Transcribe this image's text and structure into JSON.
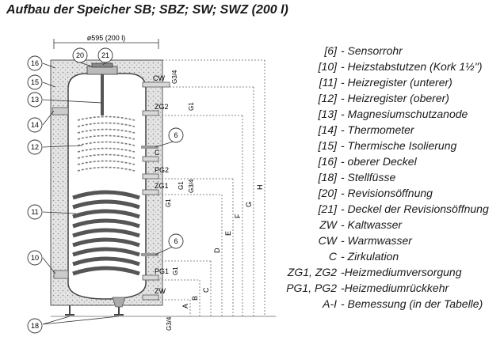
{
  "title": "Aufbau der Speicher SB; SBZ; SW; SWZ (200 l)",
  "diagram": {
    "diameter_label": "ø595 (200 l)",
    "part_numbers": [
      "16",
      "15",
      "13",
      "14",
      "12",
      "11",
      "10",
      "18",
      "20",
      "21",
      "6",
      "6"
    ],
    "connections": [
      "CW",
      "ZG2",
      "C",
      "PG2",
      "ZG1",
      "PG1",
      "ZW"
    ],
    "thread_sizes": [
      "G3/4",
      "G1",
      "G1",
      "G3/4",
      "G1",
      "G1",
      "G3/4"
    ],
    "dimension_letters": [
      "A",
      "B",
      "C",
      "D",
      "E",
      "F",
      "G",
      "H"
    ]
  },
  "legend": [
    {
      "code": "[6]",
      "text": "- Sensorrohr"
    },
    {
      "code": "[10]",
      "text": "- Heizstabstutzen (Kork 1½\")"
    },
    {
      "code": "[11]",
      "text": "- Heizregister (unterer)"
    },
    {
      "code": "[12]",
      "text": "- Heizregister (oberer)"
    },
    {
      "code": "[13]",
      "text": "- Magnesiumschutzanode"
    },
    {
      "code": "[14]",
      "text": "- Thermometer"
    },
    {
      "code": "[15]",
      "text": "- Thermische Isolierung"
    },
    {
      "code": "[16]",
      "text": "- oberer Deckel"
    },
    {
      "code": "[18]",
      "text": "- Stellfüsse"
    },
    {
      "code": "[20]",
      "text": "- Revisionsöffnung"
    },
    {
      "code": "[21]",
      "text": "- Deckel der Revisionsöffnung"
    },
    {
      "code": "ZW",
      "text": "- Kaltwasser"
    },
    {
      "code": "CW",
      "text": "- Warmwasser"
    },
    {
      "code": "C",
      "text": "- Zirkulation"
    },
    {
      "code": "ZG1, ZG2",
      "text": "-Heizmediumversorgung"
    },
    {
      "code": "PG1, PG2",
      "text": "-Heizmediumrückkehr"
    },
    {
      "code": "A-I",
      "text": "- Bemessung (in der Tabelle)"
    }
  ]
}
